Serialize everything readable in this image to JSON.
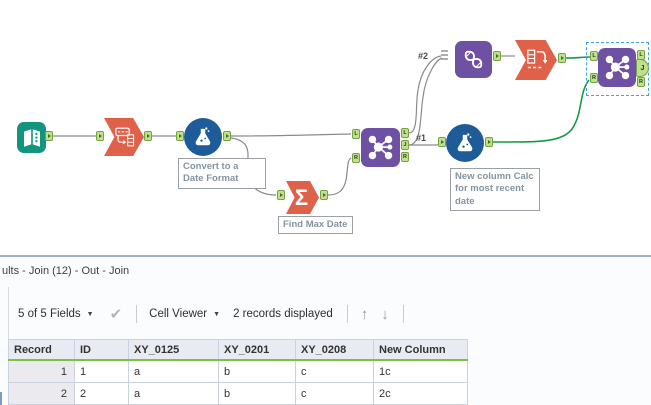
{
  "colors": {
    "teal": "#12947f",
    "purple": "#6e51a2",
    "orange": "#e0614a",
    "blue": "#1e5c99",
    "anchor_fill": "#bfe08f",
    "anchor_border": "#74a33f",
    "wire": "#8a8a8a",
    "wire_green": "#169a49",
    "selection": "#41a0e8",
    "annotation_text": "#8494a2",
    "annotation_border": "#9aa0a6",
    "panel_border": "#9db1cc",
    "header_green": "#7cc142",
    "header_bg": "#e8ecf2",
    "record_bg": "#eaeaef",
    "grid_border": "#c8d2e0"
  },
  "icons": {
    "sigma": "Σ",
    "caret": "▼",
    "check": "✔",
    "arrow_up": "↑",
    "arrow_down": "↓"
  },
  "canvas": {
    "annotations": {
      "formula1": "Convert to a Date Format",
      "summarize": "Find Max Date",
      "formula2": "New column Calc for most recent date"
    },
    "connection_labels": {
      "to_transpose": "#2",
      "to_formula": "#1"
    },
    "anchor_letters": {
      "L": "L",
      "J": "J",
      "R": "R"
    }
  },
  "results": {
    "title": "ults - Join (12) - Out - Join",
    "toolbar": {
      "fields": "5 of 5 Fields",
      "cell_viewer": "Cell Viewer",
      "records": "2 records displayed"
    },
    "table": {
      "headers": [
        "Record",
        "ID",
        "XY_0125",
        "XY_0201",
        "XY_0208",
        "New Column"
      ],
      "rows": [
        [
          "1",
          "1",
          "a",
          "b",
          "c",
          "1c"
        ],
        [
          "2",
          "2",
          "a",
          "b",
          "c",
          "2c"
        ]
      ]
    }
  }
}
